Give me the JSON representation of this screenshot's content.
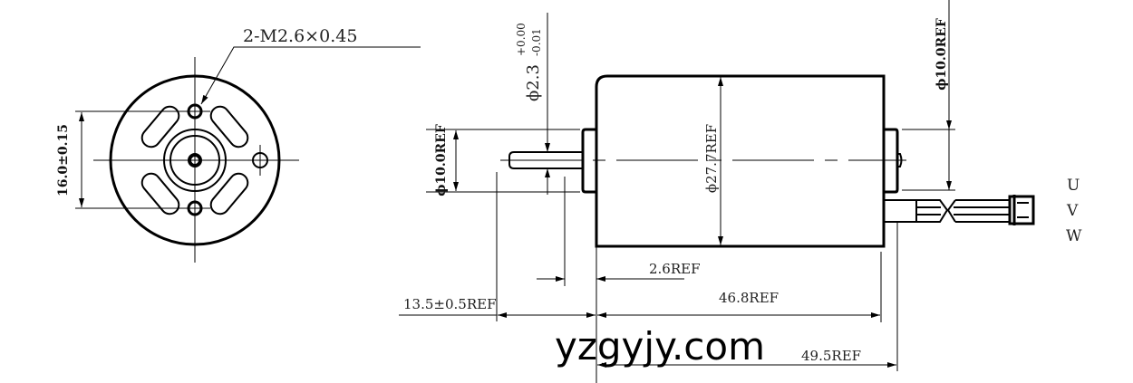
{
  "front_view": {
    "thread_callout": "2-M2.6×0.45",
    "hole_spacing": "16.0±0.15"
  },
  "side_view": {
    "shaft_diameter": "ϕ2.3",
    "shaft_tol_upper": "+0.00",
    "shaft_tol_lower": "-0.01",
    "front_boss_diameter": "ϕ10.0REF",
    "body_diameter": "ϕ27.7REF",
    "rear_boss_diameter": "ϕ10.0REF",
    "boss_length": "2.6REF",
    "shaft_length": "13.5±0.5REF",
    "body_length": "46.8REF",
    "total_length": "49.5REF"
  },
  "wires": [
    "U",
    "V",
    "W"
  ],
  "watermark": "yzgyjy.com"
}
